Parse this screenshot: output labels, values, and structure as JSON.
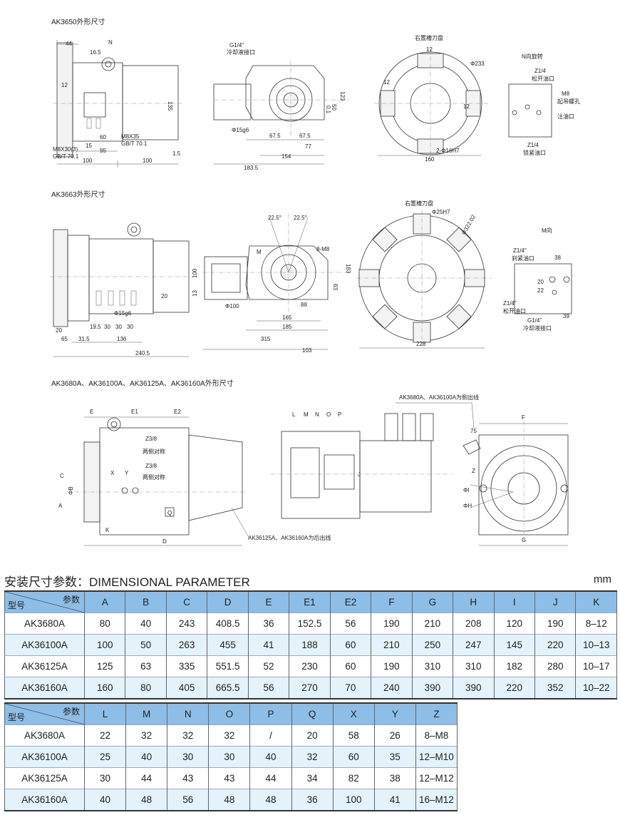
{
  "sections": [
    {
      "title": "AK3650外形尺寸"
    },
    {
      "title": "AK3663外形尺寸"
    },
    {
      "title": "AK3680A、AK36100A、AK36125A、AK36160A外形尺寸"
    }
  ],
  "d1a": {
    "labels": [
      "44",
      "16.5",
      "N",
      "12",
      "135",
      "60",
      "15",
      "M8X35",
      "GB/T 70.1",
      "M8X30(3)",
      "GB/T 70.1",
      "95",
      "100",
      "100",
      "1.5"
    ]
  },
  "d1b": {
    "labels": [
      "G1/4\"",
      "冷却液接口",
      "123",
      "50",
      "0.1",
      "Φ15g6",
      "67.5",
      "67.5",
      "77",
      "154",
      "183.5"
    ]
  },
  "d1c": {
    "labels": [
      "右置槽刀盘",
      "12",
      "Φ233",
      "12",
      "12",
      "2-Φ16H7",
      "160"
    ]
  },
  "d1d": {
    "labels": [
      "N向旋转",
      "Z1/4",
      "松开油口",
      "M8",
      "起吊螺孔",
      "注油口",
      "Z1/4",
      "锁紧油口"
    ]
  },
  "d2a": {
    "labels": [
      "20",
      "65",
      "31.5",
      "19.5",
      "30",
      "30",
      "30",
      "136",
      "Φ15g6",
      "20",
      "240.5"
    ]
  },
  "d2b": {
    "labels": [
      "22.5°",
      "22.5°",
      "8-M8",
      "M",
      "100",
      "13",
      "163",
      "63",
      "Φ100",
      "88",
      "165",
      "185",
      "315",
      "103"
    ]
  },
  "d2c": {
    "labels": [
      "右置槽刀盘",
      "Φ25H7",
      "Φ322.02",
      "228"
    ]
  },
  "d2d": {
    "labels": [
      "M向",
      "Z1/4\"",
      "刹紧油口",
      "38",
      "20",
      "22",
      "Z1/4\"",
      "松开油口",
      "G1/4\"",
      "冷却液接口",
      "39"
    ]
  },
  "d3a": {
    "labels": [
      "E",
      "E1",
      "E2",
      "C",
      "ΦB",
      "A",
      "X",
      "Y",
      "Z3/8",
      "两侧对称",
      "Z3/8",
      "两侧对称",
      "K",
      "Q",
      "D",
      "AK36125A、AK36160A为后出线"
    ]
  },
  "d3b": {
    "labels": [
      "L",
      "M",
      "N",
      "O",
      "P",
      "J",
      "AK3680A、AK36100A为侧出线",
      "75"
    ]
  },
  "d3c": {
    "labels": [
      "F",
      "Z",
      "ΦI",
      "ΦH",
      "G"
    ]
  },
  "params": {
    "title": "安装尺寸参数：DIMENSIONAL PARAMETER",
    "unit": "mm",
    "corner_top": "参数",
    "corner_bottom": "型号",
    "table1": {
      "columns": [
        "A",
        "B",
        "C",
        "D",
        "E",
        "E1",
        "E2",
        "F",
        "G",
        "H",
        "I",
        "J",
        "K"
      ],
      "rows": [
        {
          "model": "AK3680A",
          "values": [
            "80",
            "40",
            "243",
            "408.5",
            "36",
            "152.5",
            "56",
            "190",
            "210",
            "208",
            "120",
            "190",
            "8–12"
          ]
        },
        {
          "model": "AK36100A",
          "values": [
            "100",
            "50",
            "263",
            "455",
            "41",
            "188",
            "60",
            "210",
            "250",
            "247",
            "145",
            "220",
            "10–13"
          ]
        },
        {
          "model": "AK36125A",
          "values": [
            "125",
            "63",
            "335",
            "551.5",
            "52",
            "230",
            "60",
            "190",
            "310",
            "310",
            "182",
            "280",
            "10–17"
          ]
        },
        {
          "model": "AK36160A",
          "values": [
            "160",
            "80",
            "405",
            "665.5",
            "56",
            "270",
            "70",
            "240",
            "390",
            "390",
            "220",
            "352",
            "10–22"
          ]
        }
      ]
    },
    "table2": {
      "columns": [
        "L",
        "M",
        "N",
        "O",
        "P",
        "Q",
        "X",
        "Y",
        "Z"
      ],
      "rows": [
        {
          "model": "AK3680A",
          "values": [
            "22",
            "32",
            "32",
            "32",
            "/",
            "20",
            "58",
            "26",
            "8–M8"
          ]
        },
        {
          "model": "AK36100A",
          "values": [
            "25",
            "40",
            "30",
            "30",
            "40",
            "32",
            "60",
            "35",
            "12–M10"
          ]
        },
        {
          "model": "AK36125A",
          "values": [
            "30",
            "44",
            "43",
            "43",
            "44",
            "34",
            "82",
            "38",
            "12–M12"
          ]
        },
        {
          "model": "AK36160A",
          "values": [
            "40",
            "48",
            "56",
            "48",
            "48",
            "36",
            "100",
            "41",
            "16–M12"
          ]
        }
      ]
    }
  }
}
